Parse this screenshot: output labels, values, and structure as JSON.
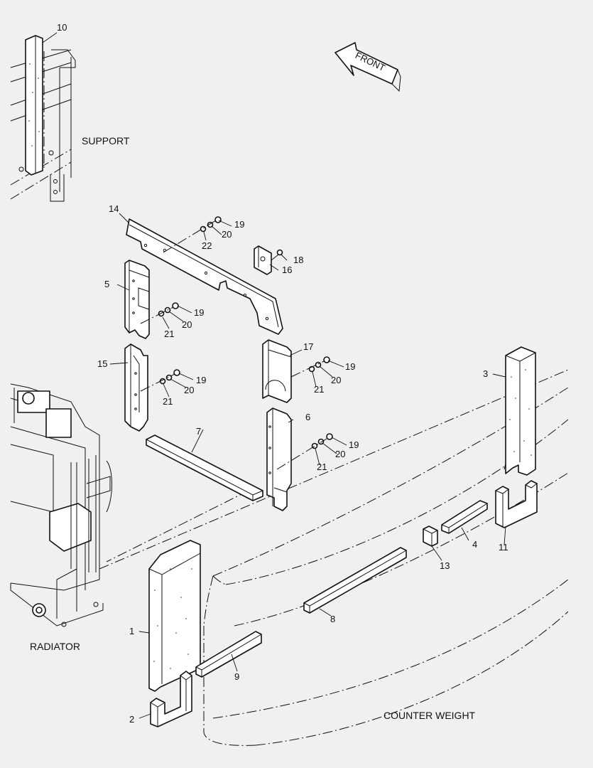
{
  "labels": {
    "front": "FRONT",
    "support": "SUPPORT",
    "radiator": "RADIATOR",
    "counter_weight": "COUNTER WEIGHT"
  },
  "callouts": {
    "c1": "1",
    "c2": "2",
    "c3": "3",
    "c4": "4",
    "c5": "5",
    "c6": "6",
    "c7": "7",
    "c8": "8",
    "c9": "9",
    "c10": "10",
    "c11": "11",
    "c13": "13",
    "c14": "14",
    "c15": "15",
    "c16": "16",
    "c17": "17",
    "c18": "18",
    "c19a": "19",
    "c19b": "19",
    "c19c": "19",
    "c19d": "19",
    "c19e": "19",
    "c20a": "20",
    "c20b": "20",
    "c20c": "20",
    "c20d": "20",
    "c20e": "20",
    "c21a": "21",
    "c21b": "21",
    "c21c": "21",
    "c21d": "21",
    "c22": "22"
  }
}
